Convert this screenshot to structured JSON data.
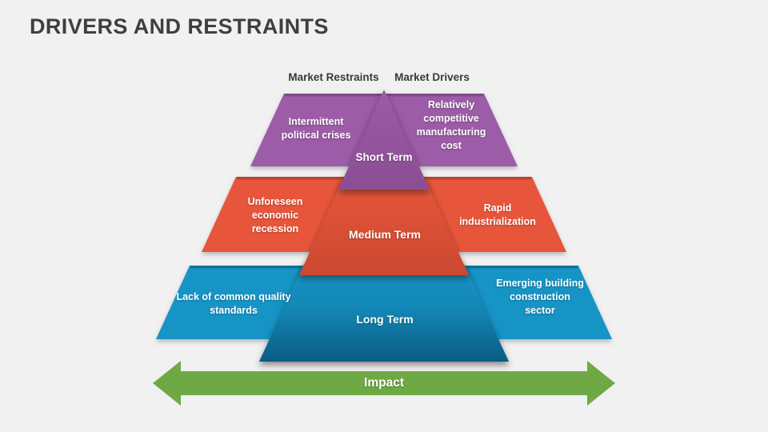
{
  "slide": {
    "title": "DRIVERS AND RESTRAINTS",
    "background_color": "#f1f1f2",
    "title_color": "#3f3f3f"
  },
  "diagram": {
    "column_headers": [
      {
        "label": "Market Restraints"
      },
      {
        "label": "Market Drivers"
      }
    ],
    "tiers": [
      {
        "term": "Short Term",
        "color": "#9c5ca7",
        "restraint": "Intermittent political crises",
        "driver": "Relatively competitive manufacturing cost"
      },
      {
        "term": "Medium Term",
        "color": "#e7573a",
        "restraint": "Unforeseen economic recession",
        "driver": "Rapid industrialization"
      },
      {
        "term": "Long Term",
        "color": "#1494c6",
        "restraint": "Lack of common quality standards",
        "driver": "Emerging building construction sector"
      }
    ],
    "impact_arrow": {
      "label": "Impact",
      "color": "#6fa945"
    }
  }
}
